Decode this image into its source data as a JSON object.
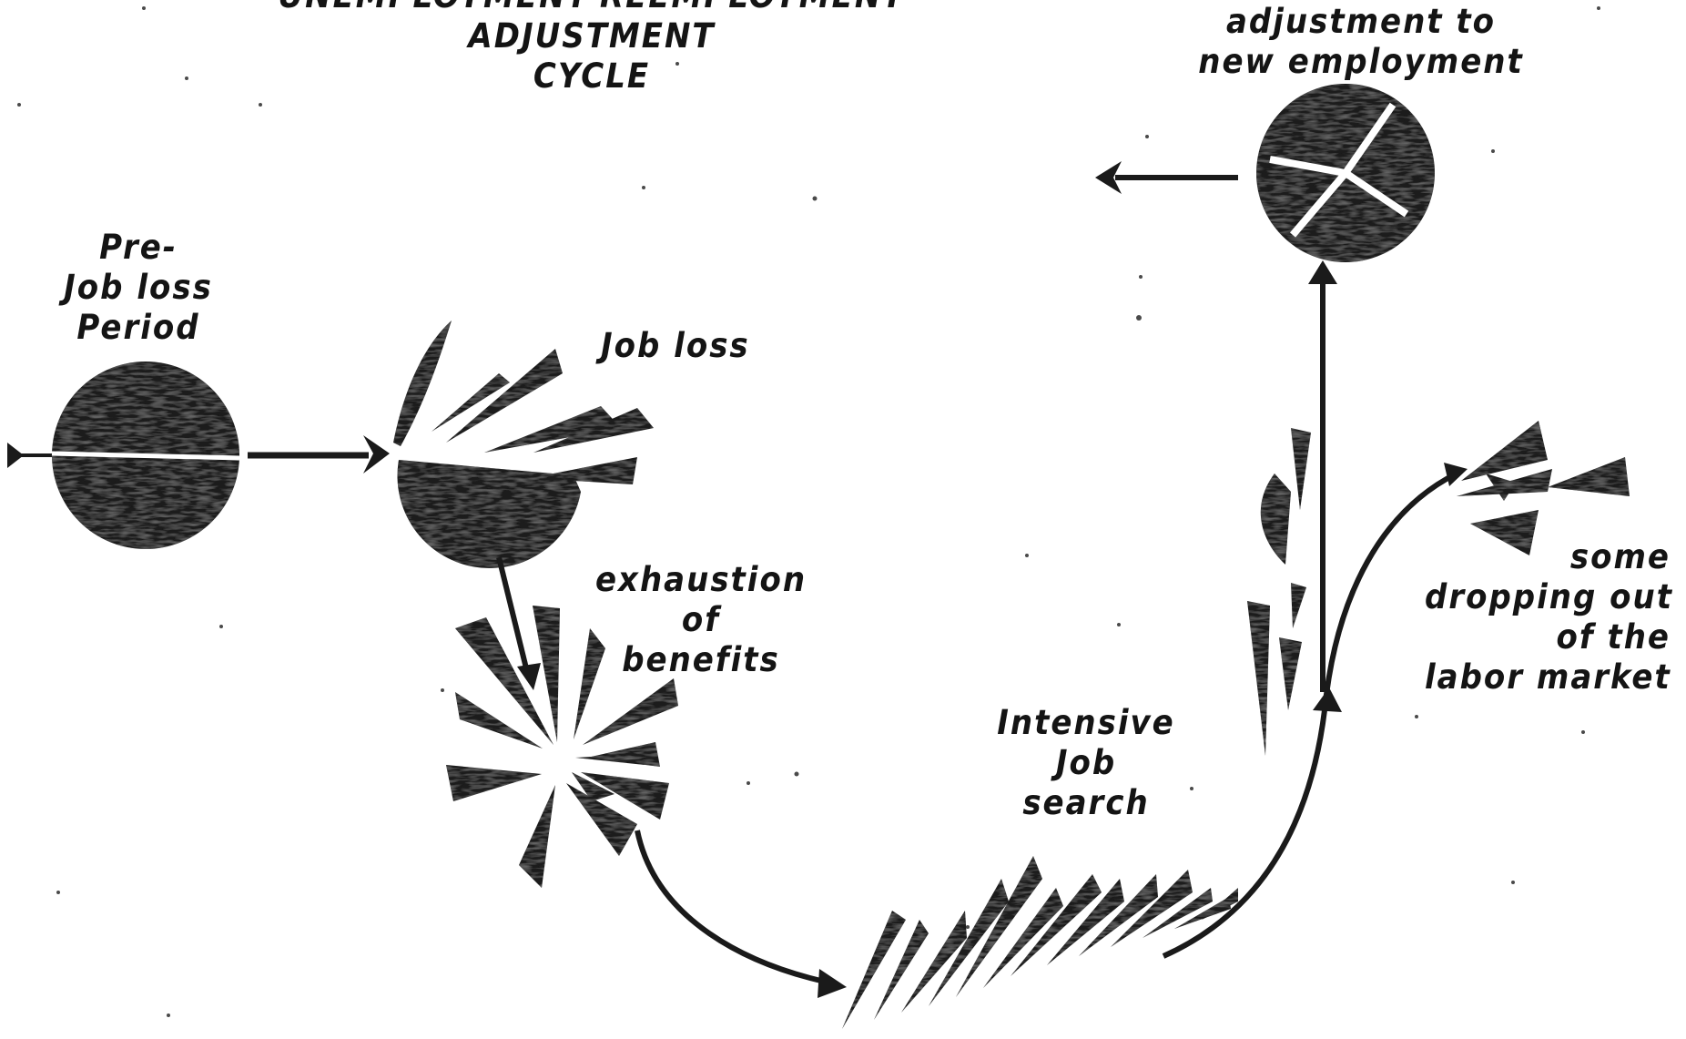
{
  "title": {
    "line1": "UNEMPLOYMENT-REEMPLOYMENT",
    "line2": "ADJUSTMENT",
    "line3": "CYCLE"
  },
  "stages": {
    "pre_job_loss": {
      "line1": "Pre-",
      "line2": "Job loss",
      "line3": "Period"
    },
    "job_loss": {
      "label": "Job loss"
    },
    "exhaustion": {
      "line1": "exhaustion",
      "line2": "of",
      "line3": "benefits"
    },
    "intensive_search": {
      "line1": "Intensive",
      "line2": "Job",
      "line3": "search"
    },
    "adjustment": {
      "line1": "adjustment to",
      "line2": "new employment"
    },
    "dropping_out": {
      "line1": "some",
      "line2": "dropping out",
      "line3": "of the",
      "line4": "labor market"
    }
  },
  "colors": {
    "ink": "#1a1a1a",
    "texture": "#9a9a9a",
    "paper": "#ffffff"
  }
}
